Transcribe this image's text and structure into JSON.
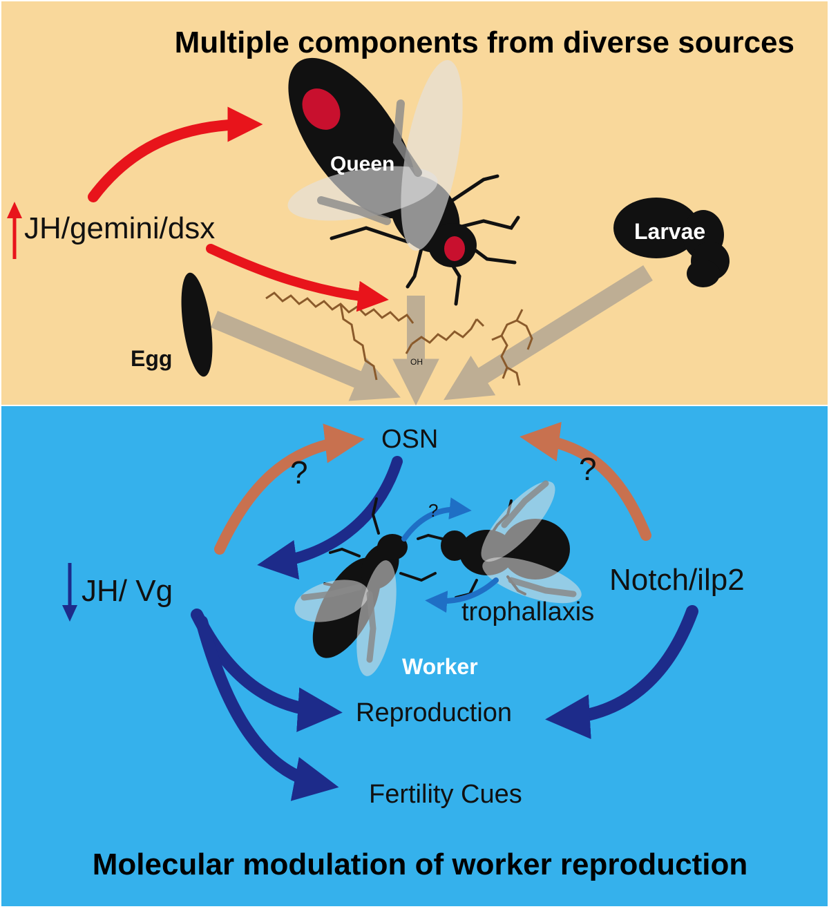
{
  "panels": {
    "top": {
      "title": "Multiple components from diverse sources",
      "background": "#f9d89b"
    },
    "bottom": {
      "title": "Molecular modulation of worker reproduction",
      "background": "#35b1ec"
    }
  },
  "labels": {
    "jh_gemini_dsx": "JH/gemini/dsx",
    "queen": "Queen",
    "larvae": "Larvae",
    "egg": "Egg",
    "osn": "OSN",
    "question": "?",
    "jh_vg": "JH/ Vg",
    "notch_ilp2": "Notch/ilp2",
    "trophallaxis": "trophallaxis",
    "worker": "Worker",
    "reproduction": "Reproduction",
    "fertility_cues": "Fertility Cues",
    "oh": "OH"
  },
  "colors": {
    "up_arrow": "#e8141b",
    "down_arrow": "#1d2b8a",
    "question_arrow": "#c8714f",
    "trophallaxis_arrow": "#1f6fc5",
    "gray_arrow": "#b9ab94",
    "molecule": "#8a5a2b",
    "insect": "#111111",
    "eye": "#c8102e",
    "wing": "#d8d8d8"
  }
}
